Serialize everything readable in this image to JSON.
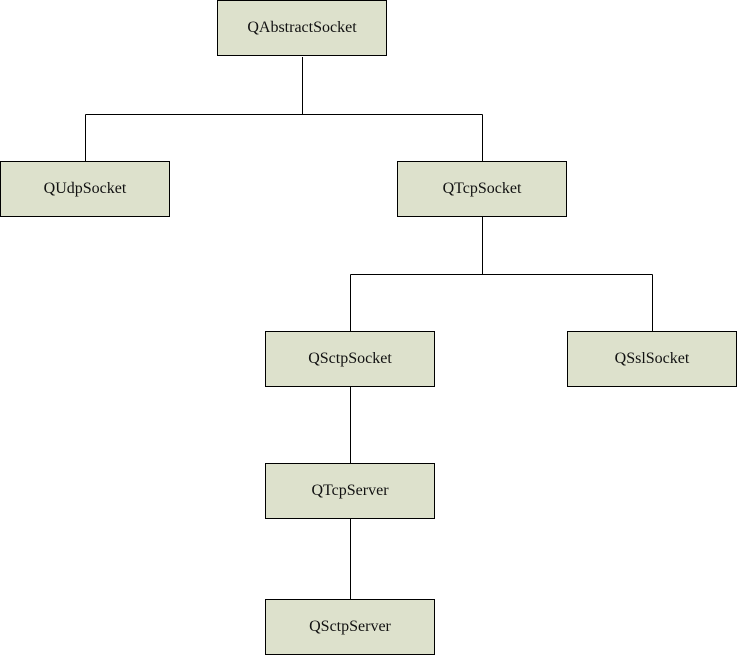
{
  "colors": {
    "node_fill": "#dde1cc",
    "node_border": "#000000",
    "connector": "#000000",
    "background": "#ffffff"
  },
  "nodes": {
    "abstract_socket": "QAbstractSocket",
    "udp_socket": "QUdpSocket",
    "tcp_socket": "QTcpSocket",
    "sctp_socket": "QSctpSocket",
    "ssl_socket": "QSslSocket",
    "tcp_server": "QTcpServer",
    "sctp_server": "QSctpServer"
  },
  "edges": [
    {
      "from": "QAbstractSocket",
      "to": "QUdpSocket"
    },
    {
      "from": "QAbstractSocket",
      "to": "QTcpSocket"
    },
    {
      "from": "QTcpSocket",
      "to": "QSctpSocket"
    },
    {
      "from": "QTcpSocket",
      "to": "QSslSocket"
    },
    {
      "from": "QSctpSocket",
      "to": "QTcpServer"
    },
    {
      "from": "QTcpServer",
      "to": "QSctpServer"
    }
  ]
}
